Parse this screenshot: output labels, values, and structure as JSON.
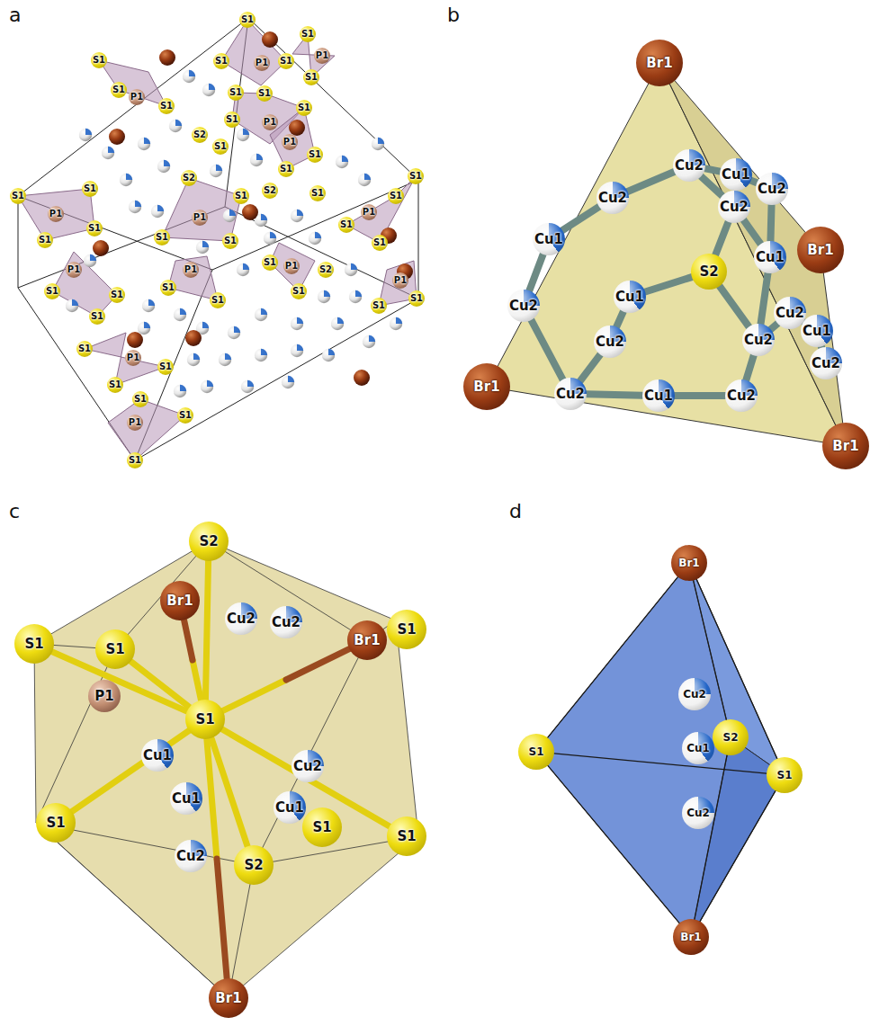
{
  "diagram": {
    "nodes": [
      {
        "text": [
          "S1"
        ]
      },
      {
        "text": [
          "S1"
        ]
      },
      {
        "text": [
          "P1"
        ]
      },
      {
        "text": [
          "S1"
        ]
      },
      {
        "text": [
          "S1"
        ]
      },
      {
        "text": [
          "P1"
        ]
      },
      {
        "text": [
          "S1"
        ]
      },
      {
        "text": [
          "S1"
        ]
      },
      {
        "text": [
          "S1"
        ]
      },
      {
        "text": [
          "P1"
        ]
      },
      {
        "text": [
          "S1"
        ]
      },
      {
        "text": [
          "S1"
        ]
      },
      {
        "text": [
          "S1"
        ]
      },
      {
        "text": [
          "S1"
        ]
      },
      {
        "text": [
          "P1"
        ]
      },
      {
        "text": [
          "S1"
        ]
      },
      {
        "text": [
          "P1"
        ]
      },
      {
        "text": [
          "S1"
        ]
      },
      {
        "text": [
          "S1"
        ]
      },
      {
        "text": [
          "S2"
        ]
      },
      {
        "text": [
          "S1"
        ]
      },
      {
        "text": [
          "S1"
        ]
      },
      {
        "text": [
          "S1"
        ]
      },
      {
        "text": [
          "P1"
        ]
      },
      {
        "text": [
          "S1"
        ]
      },
      {
        "text": [
          "S1"
        ]
      },
      {
        "text": [
          "S2"
        ]
      },
      {
        "text": [
          "P1"
        ]
      },
      {
        "text": [
          "S1"
        ]
      },
      {
        "text": [
          "S1"
        ]
      },
      {
        "text": [
          "S1"
        ]
      },
      {
        "text": [
          "S2"
        ]
      },
      {
        "text": [
          "S1"
        ]
      },
      {
        "text": [
          "P1"
        ]
      },
      {
        "text": [
          "S1"
        ]
      },
      {
        "text": [
          "S1"
        ]
      },
      {
        "text": [
          "S1"
        ]
      },
      {
        "text": [
          "S1"
        ]
      },
      {
        "text": [
          "S1"
        ]
      },
      {
        "text": [
          "P1"
        ]
      },
      {
        "text": [
          "S1"
        ]
      },
      {
        "text": [
          "S1"
        ]
      },
      {
        "text": [
          "S1"
        ]
      },
      {
        "text": [
          "P1"
        ]
      },
      {
        "text": [
          "S1"
        ]
      },
      {
        "text": [
          "S1"
        ]
      },
      {
        "text": [
          "P1"
        ]
      },
      {
        "text": [
          "S1"
        ]
      },
      {
        "text": [
          "S2"
        ]
      },
      {
        "text": [
          "P1"
        ]
      },
      {
        "text": [
          "S1"
        ]
      },
      {
        "text": [
          "S1"
        ]
      },
      {
        "text": [
          "S1"
        ]
      },
      {
        "text": [
          "P1"
        ]
      },
      {
        "text": [
          "S1"
        ]
      },
      {
        "text": [
          "S1"
        ]
      },
      {
        "text": [
          "S1"
        ]
      },
      {
        "text": [
          "P1"
        ]
      },
      {
        "text": [
          "S1"
        ]
      },
      {
        "text": [
          "S1"
        ]
      },
      {
        "text": [
          "Br1"
        ]
      },
      {
        "text": [
          "Cu2"
        ]
      },
      {
        "text": [
          "Cu1"
        ]
      },
      {
        "text": [
          "Cu2"
        ]
      },
      {
        "text": [
          "Cu2"
        ]
      },
      {
        "text": [
          "Cu2"
        ]
      },
      {
        "text": [
          "Br1"
        ]
      },
      {
        "text": [
          "Cu1"
        ]
      },
      {
        "text": [
          "Cu1"
        ]
      },
      {
        "text": [
          "S2"
        ]
      },
      {
        "text": [
          "Cu1"
        ]
      },
      {
        "text": [
          "Cu2"
        ]
      },
      {
        "text": [
          "Cu2"
        ]
      },
      {
        "text": [
          "Cu1"
        ]
      },
      {
        "text": [
          "Cu2"
        ]
      },
      {
        "text": [
          "Cu2"
        ]
      },
      {
        "text": [
          "Cu2"
        ]
      },
      {
        "text": [
          "Br1"
        ]
      },
      {
        "text": [
          "Cu2"
        ]
      },
      {
        "text": [
          "Cu1"
        ]
      },
      {
        "text": [
          "Cu2"
        ]
      },
      {
        "text": [
          "Br1"
        ]
      },
      {
        "text": [
          "S2"
        ]
      },
      {
        "text": [
          "Br1"
        ]
      },
      {
        "text": [
          "Cu2"
        ]
      },
      {
        "text": [
          "Cu2"
        ]
      },
      {
        "text": [
          "S1"
        ]
      },
      {
        "text": [
          "Br1"
        ]
      },
      {
        "text": [
          "S1"
        ]
      },
      {
        "text": [
          "S1"
        ]
      },
      {
        "text": [
          "P1"
        ]
      },
      {
        "text": [
          "Cu1"
        ]
      },
      {
        "text": [
          "S1"
        ]
      },
      {
        "text": [
          "Cu2"
        ]
      },
      {
        "text": [
          "Cu1"
        ]
      },
      {
        "text": [
          "Cu1"
        ]
      },
      {
        "text": [
          "S1"
        ]
      },
      {
        "text": [
          "S1"
        ]
      },
      {
        "text": [
          "S1"
        ]
      },
      {
        "text": [
          "Cu2"
        ]
      },
      {
        "text": [
          "S2"
        ]
      },
      {
        "text": [
          "Br1"
        ]
      },
      {
        "text": [
          "Br1"
        ]
      },
      {
        "text": [
          "Cu2"
        ]
      },
      {
        "text": [
          "S2"
        ]
      },
      {
        "text": [
          "Cu1"
        ]
      },
      {
        "text": [
          "S1"
        ]
      },
      {
        "text": [
          "S1"
        ]
      },
      {
        "text": [
          "Cu2"
        ]
      },
      {
        "text": [
          "Br1"
        ]
      }
    ],
    "edges": [
      {
        "from": 64,
        "to": 67,
        "arrow": "none"
      },
      {
        "from": 67,
        "to": 71,
        "arrow": "none"
      },
      {
        "from": 71,
        "to": 78,
        "arrow": "none"
      },
      {
        "from": 78,
        "to": 79,
        "arrow": "none"
      },
      {
        "from": 79,
        "to": 80,
        "arrow": "none"
      },
      {
        "from": 80,
        "to": 74,
        "arrow": "none"
      },
      {
        "from": 74,
        "to": 68,
        "arrow": "none"
      },
      {
        "from": 68,
        "to": 65,
        "arrow": "none"
      },
      {
        "from": 65,
        "to": 61,
        "arrow": "none"
      },
      {
        "from": 61,
        "to": 64,
        "arrow": "none"
      },
      {
        "from": 61,
        "to": 62,
        "arrow": "none"
      },
      {
        "from": 62,
        "to": 63,
        "arrow": "none"
      },
      {
        "from": 63,
        "to": 68,
        "arrow": "none"
      },
      {
        "from": 69,
        "to": 70,
        "arrow": "none"
      },
      {
        "from": 69,
        "to": 65,
        "arrow": "none"
      },
      {
        "from": 69,
        "to": 74,
        "arrow": "none"
      },
      {
        "from": 70,
        "to": 75,
        "arrow": "none"
      },
      {
        "from": 75,
        "to": 78,
        "arrow": "none"
      },
      {
        "from": 74,
        "to": 72,
        "arrow": "none"
      },
      {
        "from": 72,
        "to": 73,
        "arrow": "none"
      },
      {
        "from": 73,
        "to": 76,
        "arrow": "none"
      },
      {
        "from": 92,
        "to": 82,
        "arrow": "none"
      },
      {
        "from": 92,
        "to": 83,
        "arrow": "none"
      },
      {
        "from": 92,
        "to": 88,
        "arrow": "none"
      },
      {
        "from": 92,
        "to": 89,
        "arrow": "none"
      },
      {
        "from": 92,
        "to": 87,
        "arrow": "none"
      },
      {
        "from": 92,
        "to": 97,
        "arrow": "none"
      },
      {
        "from": 92,
        "to": 98,
        "arrow": "none"
      },
      {
        "from": 92,
        "to": 100,
        "arrow": "none"
      },
      {
        "from": 92,
        "to": 101,
        "arrow": "none"
      },
      {
        "from": 102,
        "to": 106,
        "arrow": "none"
      },
      {
        "from": 102,
        "to": 107,
        "arrow": "none"
      },
      {
        "from": 109,
        "to": 106,
        "arrow": "none"
      },
      {
        "from": 109,
        "to": 107,
        "arrow": "none"
      },
      {
        "from": 106,
        "to": 107,
        "arrow": "none"
      },
      {
        "from": 102,
        "to": 104,
        "arrow": "none"
      },
      {
        "from": 109,
        "to": 104,
        "arrow": "none"
      }
    ],
    "labels": [
      "a",
      "b",
      "c",
      "d"
    ]
  }
}
